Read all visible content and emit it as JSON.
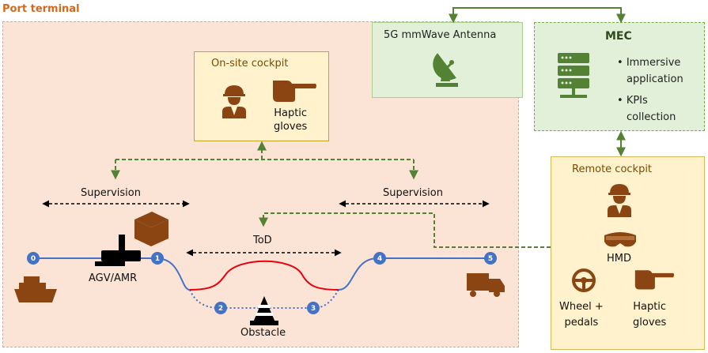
{
  "port": {
    "title": "Port terminal"
  },
  "antenna": {
    "title": "5G mmWave Antenna"
  },
  "mec": {
    "title": "MEC",
    "bullets": [
      {
        "line1": "Immersive",
        "line2": "application"
      },
      {
        "line1": "KPIs",
        "line2": "collection"
      }
    ]
  },
  "onsite": {
    "title": "On-site  cockpit",
    "gloves_line1": "Haptic",
    "gloves_line2": "gloves"
  },
  "remote": {
    "title": "Remote cockpit",
    "hmd": "HMD",
    "wheel_line1": "Wheel +",
    "wheel_line2": "pedals",
    "gloves_line1": "Haptic",
    "gloves_line2": "gloves"
  },
  "labels": {
    "supervision_left": "Supervision",
    "supervision_right": "Supervision",
    "tod": "ToD",
    "agv": "AGV/AMR",
    "obstacle": "Obstacle"
  },
  "waypoints": [
    "0",
    "1",
    "2",
    "3",
    "4",
    "5"
  ],
  "colors": {
    "port_fill": "#fbe4d5",
    "port_border": "#e6a478",
    "green_fill": "#e2efd9",
    "green_line": "#548235",
    "yellow_fill": "#fff2cc",
    "icon_brown": "#8b4513",
    "waypoint_blue": "#4472c4",
    "path_red": "#e8000b"
  }
}
